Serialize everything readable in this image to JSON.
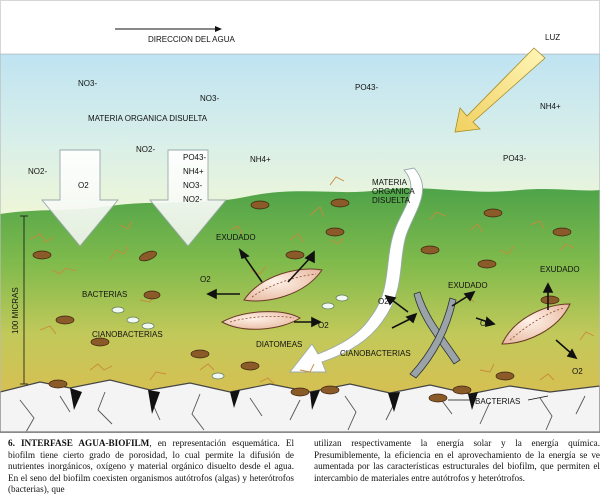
{
  "direction_label": "DIRECCION DEL AGUA",
  "light_label": "LUZ",
  "water": {
    "dissolved_label": "MATERIA ORGANICA DISUELTA",
    "ions": {
      "no3_top": "NO3-",
      "no3_mid": "NO3-",
      "po4_top": "PO43-",
      "nh4_top": "NH4+",
      "no2_left": "NO2-",
      "no2_mid": "NO2-",
      "po4_right": "PO43-"
    },
    "arrow1_o2": "O2",
    "arrow2_ions": [
      "PO43-",
      "NH4+",
      "NO3-",
      "NO2-"
    ]
  },
  "biofilm": {
    "scale_label": "100 MICRAS",
    "bacteria_label": "BACTERIAS",
    "cyano_label": "CIANOBACTERIAS",
    "exudate_label": "EXUDADO",
    "o2_label": "O2",
    "diatoms_label": "DIATOMEAS",
    "dissolved_label": "MATERIA ORGANICA DISUELTA",
    "cyano_right_label": "CIANOBACTERIAS",
    "bacteria_bottom_label": "BACTERIAS"
  },
  "caption": {
    "number": "6.",
    "title": "INTERFASE AGUA-BIOFILM",
    "col1_text": ", en representación esquemática. El biofilm tiene cierto grado de porosidad, lo cual permite la difusión de nutrientes inorgánicos, oxígeno y material orgánico disuelto desde el agua. En el seno del biofilm coexisten organismos autótrofos (algas) y heterótrofos (bacterias), que",
    "col2_text": "utilizan respectivamente la energía solar y la energía química. Presumiblemente, la eficiencia en el aprovechamiento de la energía se ve aumentada por las características estructurales del biofilm, que permiten el intercambio de materiales entre autótrofos y heterótrofos."
  }
}
